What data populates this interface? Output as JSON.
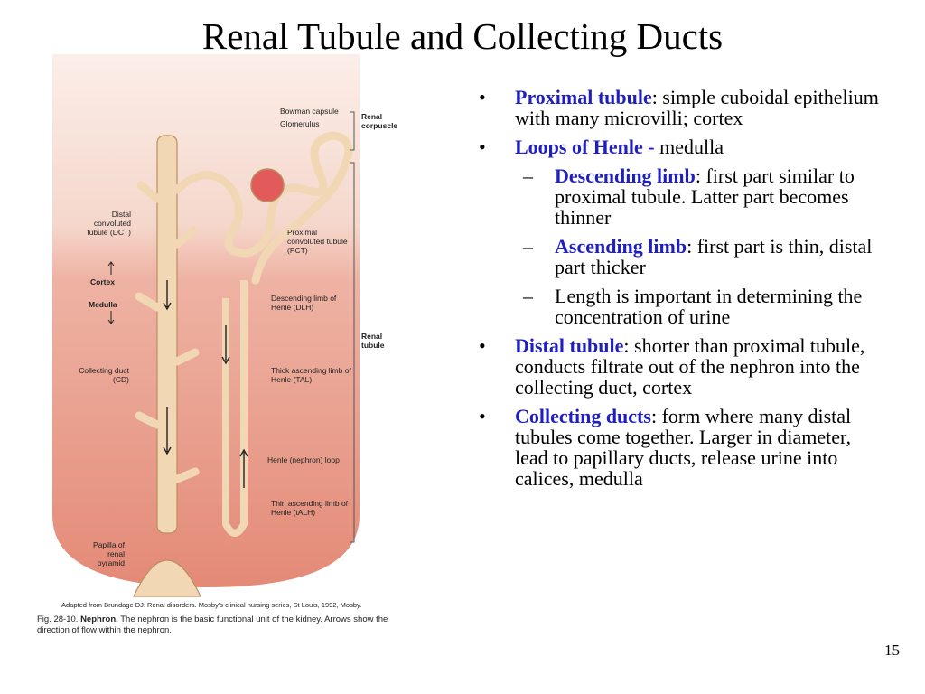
{
  "title": "Renal Tubule and Collecting Ducts",
  "page_number": "15",
  "colors": {
    "term": "#1f1fbf",
    "tubule": "#f1d7b4",
    "tubule_edge": "#b98e5e",
    "medulla": "#e79a88",
    "cortex": "#f7e0d6"
  },
  "bullets": [
    {
      "term": "Proximal tubule",
      "text": ": simple cuboidal epithelium with many microvilli; cortex"
    },
    {
      "term": "Loops of Henle -",
      "text": " medulla",
      "subs": [
        {
          "term": "Descending limb",
          "text": ": first part similar to proximal tubule. Latter part becomes thinner"
        },
        {
          "term": "Ascending limb",
          "text": ": first part is thin, distal part thicker"
        },
        {
          "term": "",
          "text": "Length is important in determining the concentration of urine"
        }
      ]
    },
    {
      "term": "Distal tubule",
      "text": ": shorter than proximal tubule, conducts filtrate out of the nephron into the collecting duct, cortex"
    },
    {
      "term": "Collecting ducts",
      "text": ": form where many distal tubules come together. Larger in diameter, lead to papillary ducts, release urine into calices, medulla"
    }
  ],
  "figure": {
    "labels": {
      "bowman": "Bowman capsule",
      "glomerulus": "Glomerulus",
      "renal_corpuscle": "Renal corpuscle",
      "dct": "Distal convoluted tubule (DCT)",
      "pct": "Proximal convoluted tubule (PCT)",
      "cortex": "Cortex",
      "medulla": "Medulla",
      "dlh": "Descending limb of Henle (DLH)",
      "renal_tubule": "Renal tubule",
      "cd": "Collecting duct (CD)",
      "tal": "Thick ascending limb of Henle (TAL)",
      "henle_loop": "Henle (nephron) loop",
      "talh": "Thin ascending limb of Henle (tALH)",
      "papilla": "Papilla of renal pyramid"
    },
    "credit": "Adapted from Brundage DJ: Renal disorders. Mosby's clinical nursing series, St Louis, 1992, Mosby.",
    "caption_fig": "Fig. 28-10.",
    "caption_bold": "Nephron.",
    "caption_text": "The nephron is the basic functional unit of the kidney. Arrows show the direction of flow within the nephron."
  }
}
